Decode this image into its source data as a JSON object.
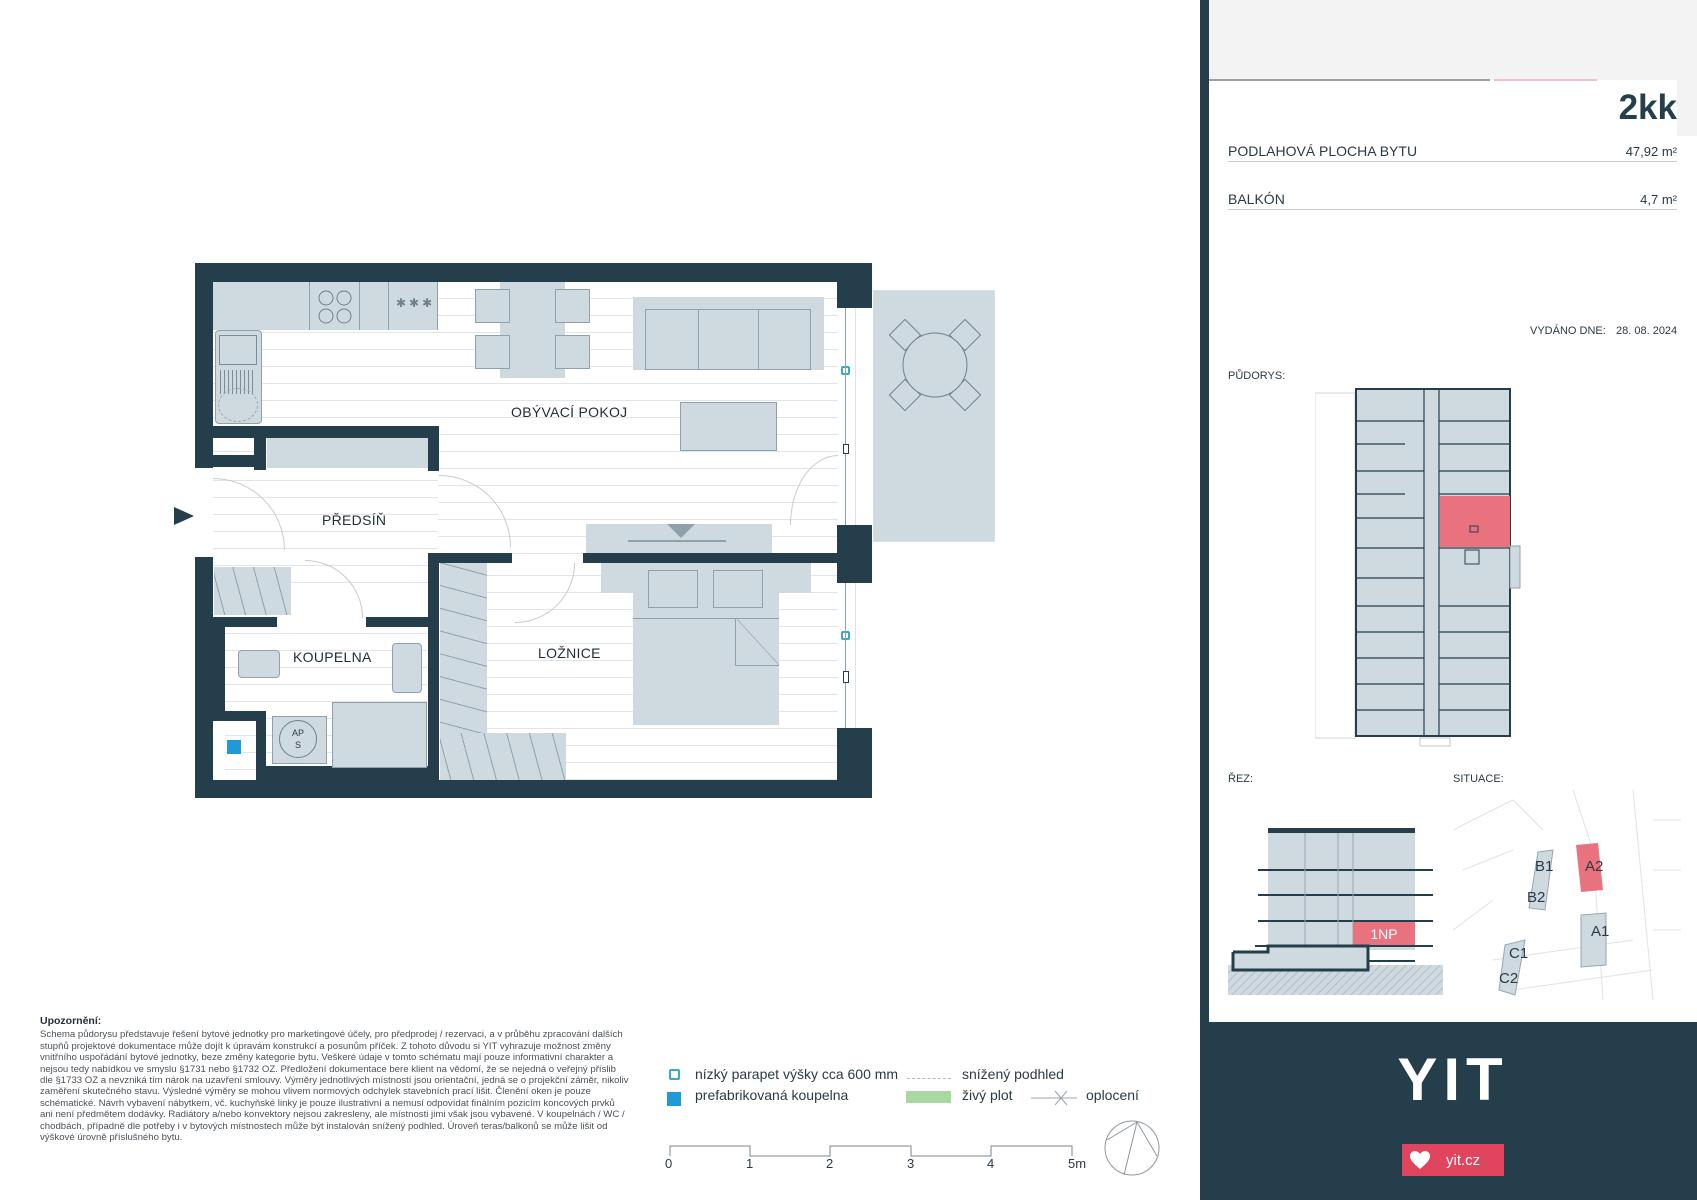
{
  "floorplan": {
    "rooms": {
      "living": "OBÝVACÍ POKOJ",
      "hall": "PŘEDSÍŇ",
      "bathroom": "KOUPELNA",
      "bedroom": "LOŽNICE",
      "balcony": "BALKÓN"
    },
    "appliance_label": {
      "line1": "AP",
      "line2": "S"
    },
    "colors": {
      "wall": "#243e4c",
      "furniture": "#cfd9e0",
      "parapet_marker": "#39a9c9",
      "prefab_bath": "#1e9ad6"
    }
  },
  "disclaimer": {
    "title": "Upozornění:",
    "text": "Schema půdorysu představuje řešení bytové jednotky pro marketingové účely, pro předprodej / rezervaci, a v průběhu zpracování dalších stupňů projektové dokumentace může dojít k úpravám konstrukcí a posunům příček. Z tohoto důvodu si YIT vyhrazuje možnost změny vnitřního uspořádání bytové jednotky, beze změny kategorie bytu. Veškeré údaje v tomto schématu mají pouze informativní charakter a nejsou tedy nabídkou ve smyslu §1731 nebo §1732 OZ. Předložení dokumentace bere klient na vědomí, že se nejedná o veřejný příslib dle §1733 OZ a nevzniká tím nárok na uzavření smlouvy. Výměry jednotlivých místností jsou orientační, jedná se o projekční záměr, nikoliv zaměření skutečného stavu. Výsledné výměry se mohou vlivem normových odchylek stavebních prací lišit. Členění oken je pouze schématické. Návrh vybavení nábytkem, vč. kuchyňské linky je pouze ilustrativní a nemusí odpovídat finálním pozicím koncových prvků ani není předmětem dodávky. Radiátory a/nebo konvektory nejsou zakresleny, ale místnosti jimi však jsou vybavené. V koupelnách / WC / chodbách, případně dle potřeby i v bytových místnostech může být instalován snížený podhled. Úroveň teras/balkonů se může lišit od výškové úrovně příslušného bytu."
  },
  "legend": {
    "parapet": "nízký parapet výšky cca 600 mm",
    "prefab_bathroom": "prefabrikovaná koupelna",
    "lowered_ceiling": "snížený podhled",
    "hedge": "živý plot",
    "fence": "oplocení",
    "hedge_color": "#a8d8a0"
  },
  "scale_bar": {
    "ticks": [
      "0",
      "1",
      "2",
      "3",
      "4",
      "5m"
    ]
  },
  "panel": {
    "unit_type": "2kk",
    "rows": [
      {
        "label": "PODLAHOVÁ PLOCHA BYTU",
        "value": "47,92 m²"
      },
      {
        "label": "BALKÓN",
        "value": "4,7 m²"
      }
    ],
    "issued_label": "VYDÁNO DNE:",
    "issued_date": "28. 08. 2024",
    "floorplan_label": "PŮDORYS:",
    "section_label": "ŘEZ:",
    "situation_label": "SITUACE:",
    "section_floor": "1NP",
    "buildings": [
      "B1",
      "A2",
      "B2",
      "A1",
      "C1",
      "C2"
    ],
    "highlight_color": "#e8737f",
    "logo": "YIT",
    "website": "yit.cz",
    "website_bg": "#e0445e"
  }
}
